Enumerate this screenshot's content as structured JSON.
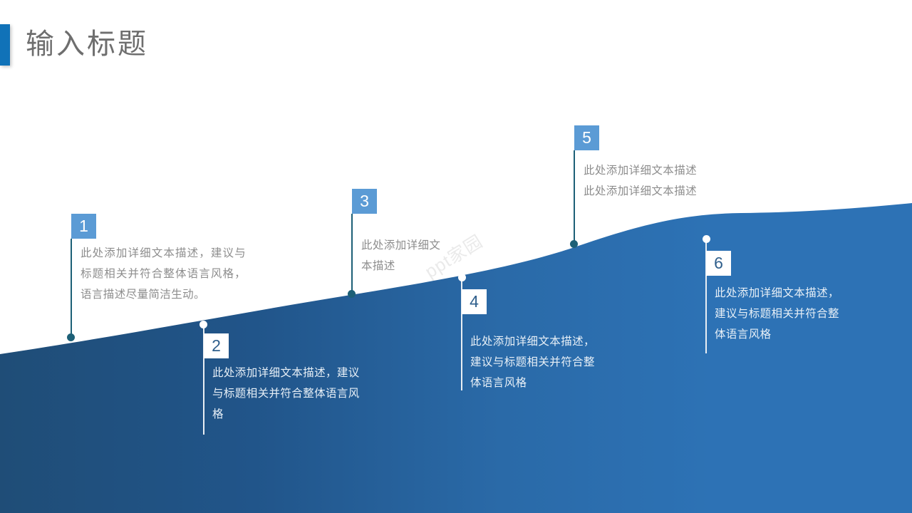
{
  "slide": {
    "title": "输入标题",
    "accent_color": "#1072b8",
    "title_color": "#6e6e6e",
    "background_color": "#ffffff",
    "watermark": "ppt家园"
  },
  "wave": {
    "left_color": "#1f4d77",
    "right_color": "#2d72b5"
  },
  "items": [
    {
      "number": "1",
      "text": "此处添加详细文本描述，建议与标题相关并符合整体语言风格，语言描述尽量简洁生动。",
      "box_style": "blue",
      "text_style": "grey",
      "box_color": "#5b9bd5",
      "number_color": "#ffffff"
    },
    {
      "number": "2",
      "text": "此处添加详细文本描述，建议与标题相关并符合整体语言风格",
      "box_style": "white",
      "text_style": "light",
      "box_color": "#ffffff",
      "number_color": "#2f5f8c"
    },
    {
      "number": "3",
      "text": "此处添加详细文本描述",
      "box_style": "blue",
      "text_style": "grey",
      "box_color": "#5b9bd5",
      "number_color": "#ffffff"
    },
    {
      "number": "4",
      "text": "此处添加详细文本描述，建议与标题相关并符合整体语言风格",
      "box_style": "white",
      "text_style": "light",
      "box_color": "#ffffff",
      "number_color": "#2f5f8c"
    },
    {
      "number": "5",
      "text": "此处添加详细文本描述此处添加详细文本描述",
      "box_style": "blue",
      "text_style": "grey",
      "box_color": "#5b9bd5",
      "number_color": "#ffffff"
    },
    {
      "number": "6",
      "text": "此处添加详细文本描述，建议与标题相关并符合整体语言风格",
      "box_style": "white",
      "text_style": "light",
      "box_color": "#ffffff",
      "number_color": "#2f5f8c"
    }
  ]
}
